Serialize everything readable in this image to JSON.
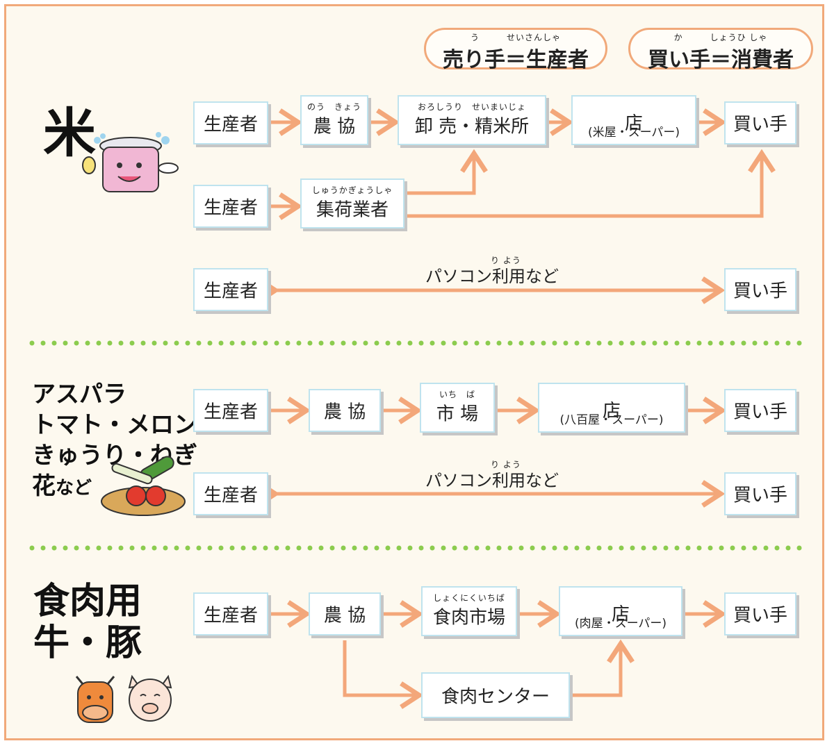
{
  "legend": {
    "seller": {
      "text": "売り手＝生産者",
      "ruby": "う　　　せいさんしゃ"
    },
    "buyer": {
      "text": "買い手＝消費者",
      "ruby": "か　　　しょうひ しゃ"
    }
  },
  "sections": {
    "rice": {
      "label": "米",
      "row1": {
        "producer": "生産者",
        "nokyo": {
          "text": "農 協",
          "ruby": "のう　きょう"
        },
        "wholesale": {
          "text": "卸 売・精米所",
          "ruby": "おろしうり　せいまいじょ"
        },
        "shop": {
          "text": "店",
          "sub": "(米屋・スーパー)"
        },
        "buyer": "買い手"
      },
      "row2": {
        "producer": "生産者",
        "collector": {
          "text": "集荷業者",
          "ruby": "しゅうかぎょうしゃ"
        }
      },
      "row3": {
        "producer": "生産者",
        "middle": "パソコン利用など",
        "middle_ruby": "り よう",
        "buyer": "買い手"
      }
    },
    "veg": {
      "label_lines": [
        "アスパラ",
        "トマト・メロン",
        "きゅうり・ねぎ",
        "花"
      ],
      "label_suffix": "など",
      "row1": {
        "producer": "生産者",
        "nokyo": "農 協",
        "market": {
          "text": "市 場",
          "ruby": "いち　ば"
        },
        "shop": {
          "text": "店",
          "sub": "(八百屋・スーパー)"
        },
        "buyer": "買い手"
      },
      "row2": {
        "producer": "生産者",
        "middle": "パソコン利用など",
        "middle_ruby": "り よう",
        "buyer": "買い手"
      }
    },
    "meat": {
      "label_lines": [
        "食肉用",
        "牛・豚"
      ],
      "row1": {
        "producer": "生産者",
        "nokyo": "農 協",
        "market": {
          "text": "食肉市場",
          "ruby": "しょくにくいちば"
        },
        "shop": {
          "text": "店",
          "sub": "(肉屋・スーパー)"
        },
        "buyer": "買い手"
      },
      "center": "食肉センター"
    }
  },
  "colors": {
    "arrow": "#f3a77a",
    "frame": "#f1a97a",
    "box_border": "#bfe3ee",
    "divider_dots": "#8ccc4e",
    "background": "#fdf9ef"
  },
  "icons": [
    "rice-cooker-icon",
    "vegetable-basket-icon",
    "cow-face-icon",
    "pig-face-icon"
  ]
}
